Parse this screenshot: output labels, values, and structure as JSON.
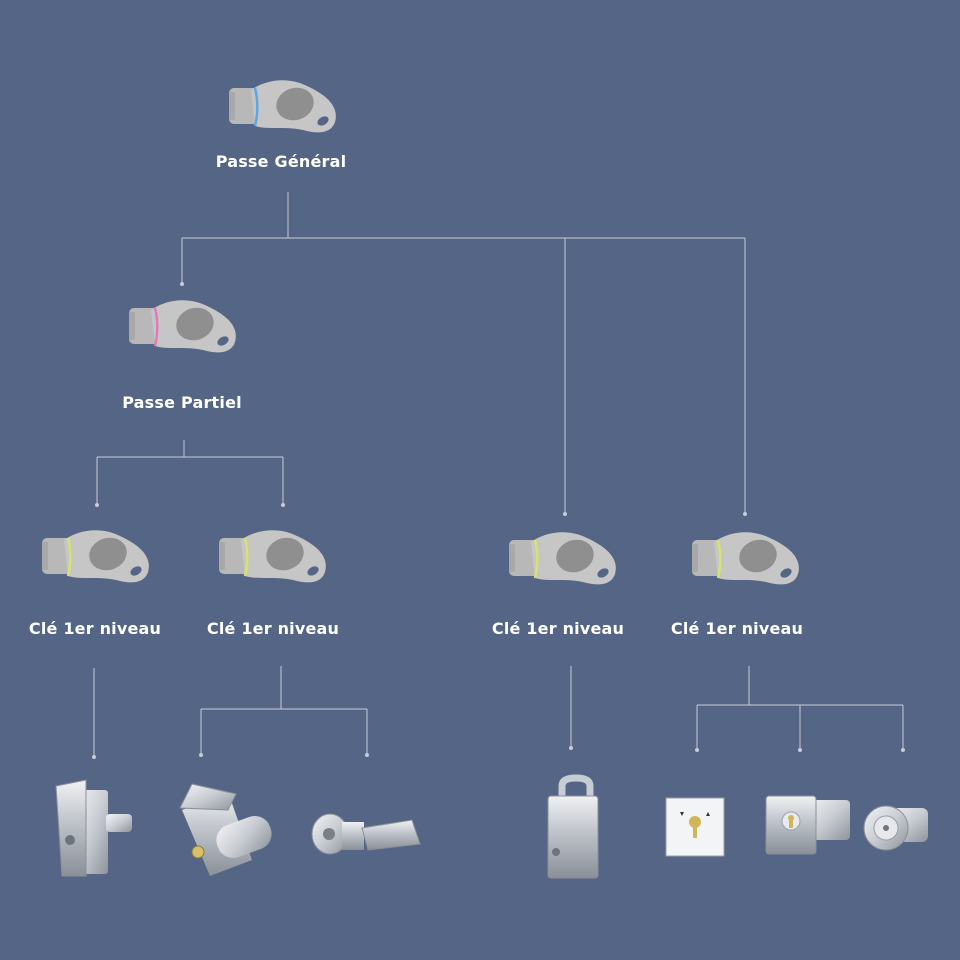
{
  "palette": {
    "background": "#556585",
    "connector": "#c8ccd6",
    "key_body": "#c6c6c6",
    "key_inner": "#8f8f8f",
    "key_cylinder": "#b8b8b8",
    "ring_master": "#5aa6e6",
    "ring_partial": "#e07ac0",
    "ring_level1": "#d8e36a",
    "metal_light": "#e4e6ea",
    "metal_dark": "#9aa0a8"
  },
  "keys": [
    {
      "id": "master",
      "label": "Passe Général",
      "icon": "key-icon-blue-ring"
    },
    {
      "id": "partial",
      "label": "Passe Partiel",
      "icon": "key-icon-pink-ring"
    },
    {
      "id": "l1a",
      "label": "Clé 1er niveau",
      "icon": "key-icon-yellow-ring"
    },
    {
      "id": "l1b",
      "label": "Clé 1er niveau",
      "icon": "key-icon-yellow-ring"
    },
    {
      "id": "l1c",
      "label": "Clé 1er niveau",
      "icon": "key-icon-yellow-ring"
    },
    {
      "id": "l1d",
      "label": "Clé 1er niveau",
      "icon": "key-icon-yellow-ring"
    }
  ],
  "locks": [
    {
      "id": "lock1",
      "icon": "t-handle-lock-icon"
    },
    {
      "id": "lock2",
      "icon": "flap-cylinder-lock-icon"
    },
    {
      "id": "lock3",
      "icon": "cam-lock-icon"
    },
    {
      "id": "lock4",
      "icon": "padlock-icon"
    },
    {
      "id": "lock5",
      "icon": "key-switch-plate-icon"
    },
    {
      "id": "lock6",
      "icon": "square-flange-cylinder-icon"
    },
    {
      "id": "lock7",
      "icon": "push-button-lock-icon"
    }
  ]
}
